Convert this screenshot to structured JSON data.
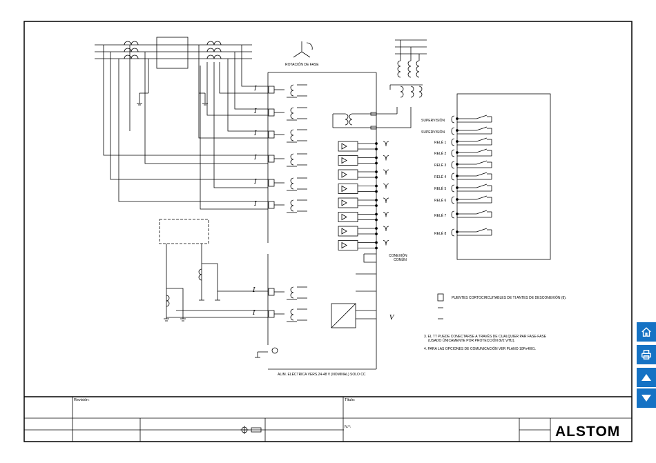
{
  "labels": {
    "phase_rotation": "ROTACIÓN DE FASE",
    "supervision": "SUPERVISIÓN",
    "relays": [
      "RELÉ 1",
      "RELÉ 2",
      "RELÉ 3",
      "RELÉ 4",
      "RELÉ 5",
      "RELÉ 6",
      "RELÉ 7",
      "RELÉ 8"
    ],
    "common_conn_1": "CONEXIÓN",
    "common_conn_2": "COMÚN",
    "current_symbol": "I",
    "voltage_symbol": "V",
    "supply": "ALIM. ELÉCTRICA VERS.24-48 V (NOMINAL) SOLO CC",
    "legend_bridges": "PUENTES CORTOCIRCUITABLES DE TI ANTES DE DESCONEXIÓN (8).",
    "note3_line1": "3. EL TT PUEDE CONECTARSE A TRAVÉS DE CUALQUIER PAR FASE-FASE",
    "note3_line2": "(USADO ÚNICAMENTE POR PROTECCIÓN 8I/2 V/Hz).",
    "note4": "4. PARA LAS OPCIONES DE COMUNICACIÓN VER PLANO 10Px4001."
  },
  "title_block": {
    "revision": "Revisión:",
    "title": "Título:",
    "number": "N.º:",
    "brand": "ALSTOM"
  },
  "nav": {
    "home": "home",
    "print": "print",
    "up": "up",
    "down": "down"
  }
}
